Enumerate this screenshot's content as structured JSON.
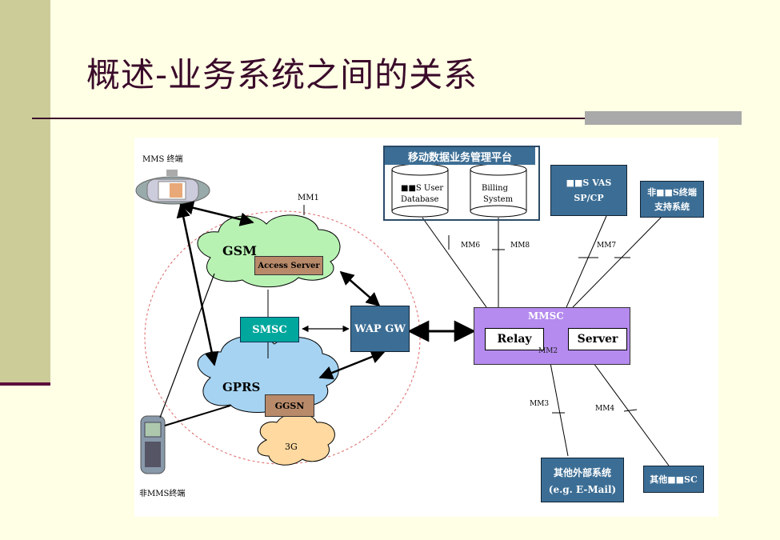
{
  "slide": {
    "title": "概述-业务系统之间的关系"
  },
  "diagram": {
    "mms_terminal": "MMS 终端",
    "non_mms_terminal": "非MMS终端",
    "mm1": "MM1",
    "gsm": "GSM",
    "access_server": "Access Server",
    "smsc": "SMSC",
    "wap_gw": "WAP GW",
    "gprs": "GPRS",
    "ggsn": "GGSN",
    "g3": "3G",
    "platform_title": "移动数据业务管理平台",
    "user_db_line1": "■■S User",
    "user_db_line2": "Database",
    "billing_line1": "Billing",
    "billing_line2": "System",
    "vas_line1": "■■S VAS",
    "vas_line2": "SP/CP",
    "non_mms_support_line1": "非■■S终端",
    "non_mms_support_line2": "支持系统",
    "mm6": "MM6",
    "mm8": "MM8",
    "mm7": "MM7",
    "mmsc": "MMSC",
    "relay": "Relay",
    "server": "Server",
    "mm2": "MM2",
    "mm3": "MM3",
    "mm4": "MM4",
    "other_external_line1": "其他外部系统",
    "other_external_line2": "(e.g. E-Mail)",
    "other_mmsc": "其他■■SC"
  },
  "colors": {
    "accent_dark": "#3A0A2A",
    "left_bar": "#CCCC99",
    "node_blue": "#3C6E95",
    "smsc_green": "#00A79D",
    "mmsc_purple": "#B58BEF",
    "cloud_green": "#B8F2B3",
    "cloud_blue": "#A6D3F2",
    "cloud_orange": "#FFD9A0"
  }
}
